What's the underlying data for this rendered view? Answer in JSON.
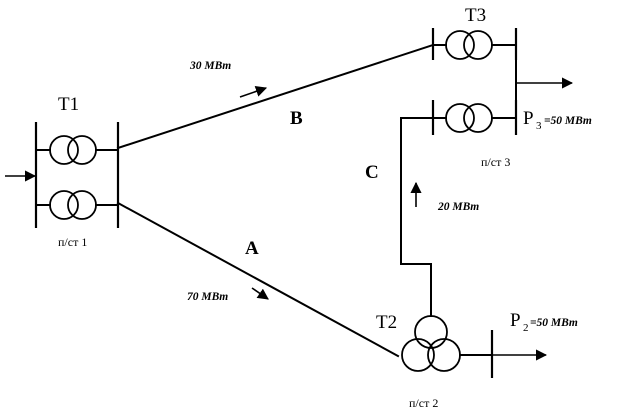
{
  "transformers": {
    "t1": "T1",
    "t2": "T2",
    "t3": "T3"
  },
  "lines": {
    "a": "A",
    "b": "B",
    "c": "C"
  },
  "flows": {
    "line_a": "70 MBm",
    "line_b": "30 MBm",
    "line_c": "20 MBm"
  },
  "loads": {
    "p2_symbol": "P",
    "p2_subscript": "2",
    "p2_value": "=50 MBm",
    "p3_symbol": "P",
    "p3_subscript": "3",
    "p3_value": "=50 MBm"
  },
  "substations": {
    "s1": "п/ст 1",
    "s2": "п/ст 2",
    "s3": "п/ст 3"
  }
}
